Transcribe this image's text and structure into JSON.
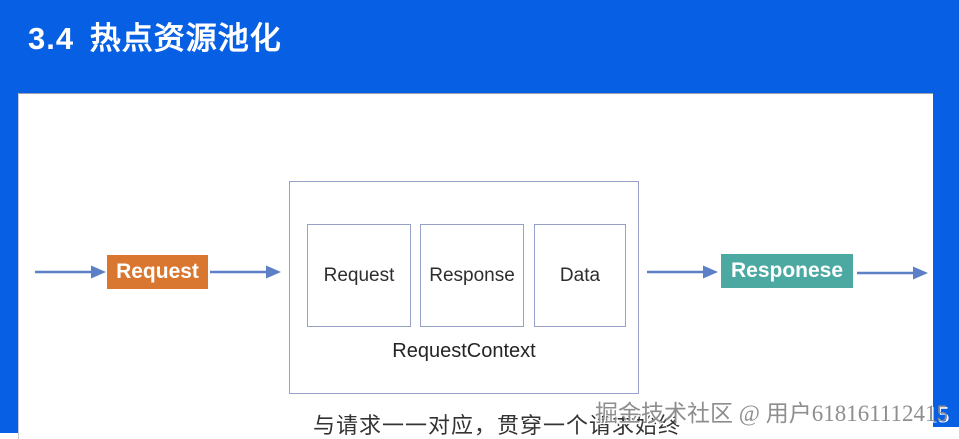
{
  "header": {
    "title": "3.4 热点资源池化"
  },
  "diagram": {
    "request_label": "Request",
    "context": {
      "items": [
        "Request",
        "Response",
        "Data"
      ],
      "label": "RequestContext"
    },
    "response_label": "Responese"
  },
  "footer": {
    "caption": "与请求一一对应，贯穿一个请求始终",
    "watermark": "掘金技术社区 @ 用户618161112415"
  },
  "icons": {
    "flow_arrow": "right-arrow"
  },
  "colors": {
    "header_bg": "#075fe4",
    "request_box_bg": "#d9762f",
    "response_box_bg": "#4ca9a2",
    "arrow": "#5c7fc5",
    "box_border": "#97a1c7",
    "caption_text": "#333333",
    "watermark_text": "#8e8e8e"
  }
}
